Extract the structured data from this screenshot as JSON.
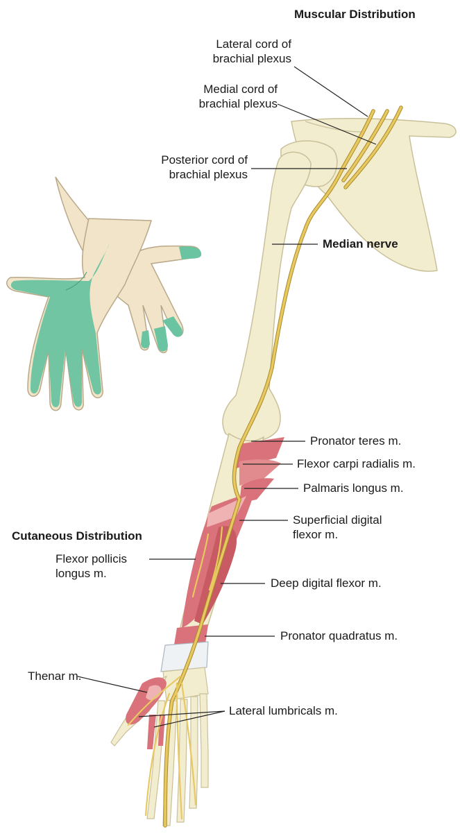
{
  "headings": {
    "muscular": "Muscular Distribution",
    "cutaneous": "Cutaneous Distribution"
  },
  "labels": {
    "lateral_cord": [
      "Lateral cord of",
      "brachial plexus"
    ],
    "medial_cord": [
      "Medial cord of",
      "brachial plexus"
    ],
    "posterior_cord": [
      "Posterior cord of",
      "brachial plexus"
    ],
    "median_nerve": "Median nerve",
    "pronator_teres": "Pronator teres m.",
    "flexor_carpi_radialis": "Flexor carpi radialis m.",
    "palmaris_longus": "Palmaris longus m.",
    "superficial_digital_flexor": [
      "Superficial digital",
      "flexor m."
    ],
    "flexor_pollicis_longus": [
      "Flexor pollicis",
      "longus m."
    ],
    "deep_digital_flexor": "Deep digital flexor m.",
    "pronator_quadratus": "Pronator quadratus m.",
    "thenar": "Thenar m.",
    "lateral_lumbricals": "Lateral lumbricals m."
  },
  "colors": {
    "bone": "#f3edd0",
    "bone_outline": "#c9c09a",
    "nerve": "#e8c860",
    "nerve_outline": "#a88a2a",
    "muscle": "#d9727a",
    "muscle_light": "#efb3b3",
    "skin": "#f1e4c8",
    "skin_outline": "#b8a888",
    "cutaneous_area": "#6ac3a1"
  }
}
